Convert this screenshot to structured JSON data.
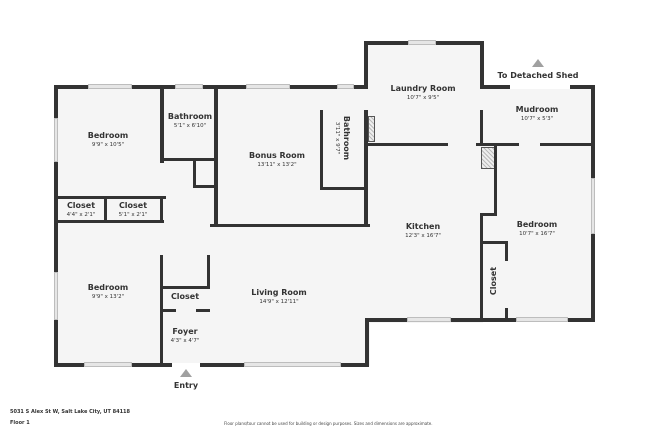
{
  "rooms": [
    {
      "id": "bedroom-1",
      "name": "Bedroom",
      "dims": "9'9\" x 10'5\""
    },
    {
      "id": "bathroom-1",
      "name": "Bathroom",
      "dims": "5'1\" x 6'10\""
    },
    {
      "id": "bonus-room",
      "name": "Bonus Room",
      "dims": "13'11\" x 13'2\""
    },
    {
      "id": "bathroom-2",
      "name": "Bathroom",
      "dims": "3'11\" x 9'7\""
    },
    {
      "id": "laundry-room",
      "name": "Laundry Room",
      "dims": "10'7\" x 9'5\""
    },
    {
      "id": "mudroom",
      "name": "Mudroom",
      "dims": "10'7\" x 5'3\""
    },
    {
      "id": "closet-1",
      "name": "Closet",
      "dims": "4'4\" x 2'1\""
    },
    {
      "id": "closet-2",
      "name": "Closet",
      "dims": "5'1\" x 2'1\""
    },
    {
      "id": "kitchen",
      "name": "Kitchen",
      "dims": "12'3\" x 16'7\""
    },
    {
      "id": "bedroom-3",
      "name": "Bedroom",
      "dims": "10'7\" x 16'7\""
    },
    {
      "id": "closet-4",
      "name": "Closet",
      "dims": ""
    },
    {
      "id": "bedroom-2",
      "name": "Bedroom",
      "dims": "9'9\" x 13'2\""
    },
    {
      "id": "closet-3",
      "name": "Closet",
      "dims": ""
    },
    {
      "id": "living-room",
      "name": "Living Room",
      "dims": "14'9\" x 12'11\""
    },
    {
      "id": "foyer",
      "name": "Foyer",
      "dims": "4'3\" x 4'7\""
    }
  ],
  "markers": {
    "shed": {
      "label": "To Detached Shed",
      "icon": "triangle-up-icon"
    },
    "entry": {
      "label": "Entry",
      "icon": "triangle-up-icon"
    }
  },
  "footer": {
    "address": "5031 S Alex St W, Salt Lake City, UT 84118",
    "floor": "Floor 1",
    "disclaimer": "Floor plans/tour cannot be used for building or design purposes. Sizes and dimensions are approximate."
  },
  "colors": {
    "wall": "#333333",
    "floor": "#f5f5f5",
    "marker": "#a0a0a0"
  }
}
